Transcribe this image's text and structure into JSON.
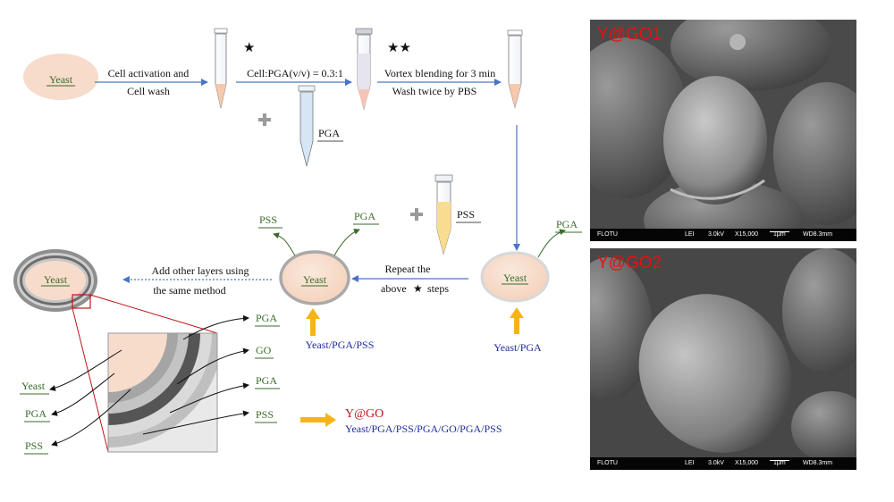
{
  "schematic": {
    "yeast": "Yeast",
    "step1_line1": "Cell activation and",
    "step1_line2": "Cell wash",
    "ratio": "Cell:PGA(v/v) = 0.3:1",
    "star_one": "★",
    "star_two": "★★",
    "pga": "PGA",
    "step2_line1": "Vortex blending for 3 min",
    "step2_line2": "Wash twice by PBS",
    "pss": "PSS",
    "repeat_line1": "Repeat the",
    "repeat_line2": "above",
    "repeat_star": "★",
    "repeat_line2b": "steps",
    "add_line1": "Add other layers using",
    "add_line2": "the same method",
    "yeast_pga": "Yeast/PGA",
    "yeast_pga_pss": "Yeast/PGA/PSS",
    "go": "GO",
    "ygo_title": "Y@GO",
    "ygo_layers": "Yeast/PGA/PSS/PGA/GO/PGA/PSS"
  },
  "colors": {
    "label_green": "#3a6b2a",
    "arrow_blue": "#4a74c4",
    "text_blue": "#1f2f9a",
    "red": "#c0141c",
    "yeast_fill": "#f7dccb",
    "pss_fill": "#f9dc8f",
    "pga_fill": "#d6e6f5",
    "yellow_arrow": "#f5b517"
  },
  "sem_panels": [
    {
      "title": "Y@GO1",
      "footer": {
        "left": "FLOTU",
        "lei": "LEI",
        "kv": "3.0kV",
        "mag": "X15,000",
        "scale": "1μm",
        "wd": "WD8.3mm"
      }
    },
    {
      "title": "Y@GO2",
      "footer": {
        "left": "FLOTU",
        "lei": "LEI",
        "kv": "3.0kV",
        "mag": "X15,000",
        "scale": "1μm",
        "wd": "WD8.3mm"
      }
    }
  ]
}
